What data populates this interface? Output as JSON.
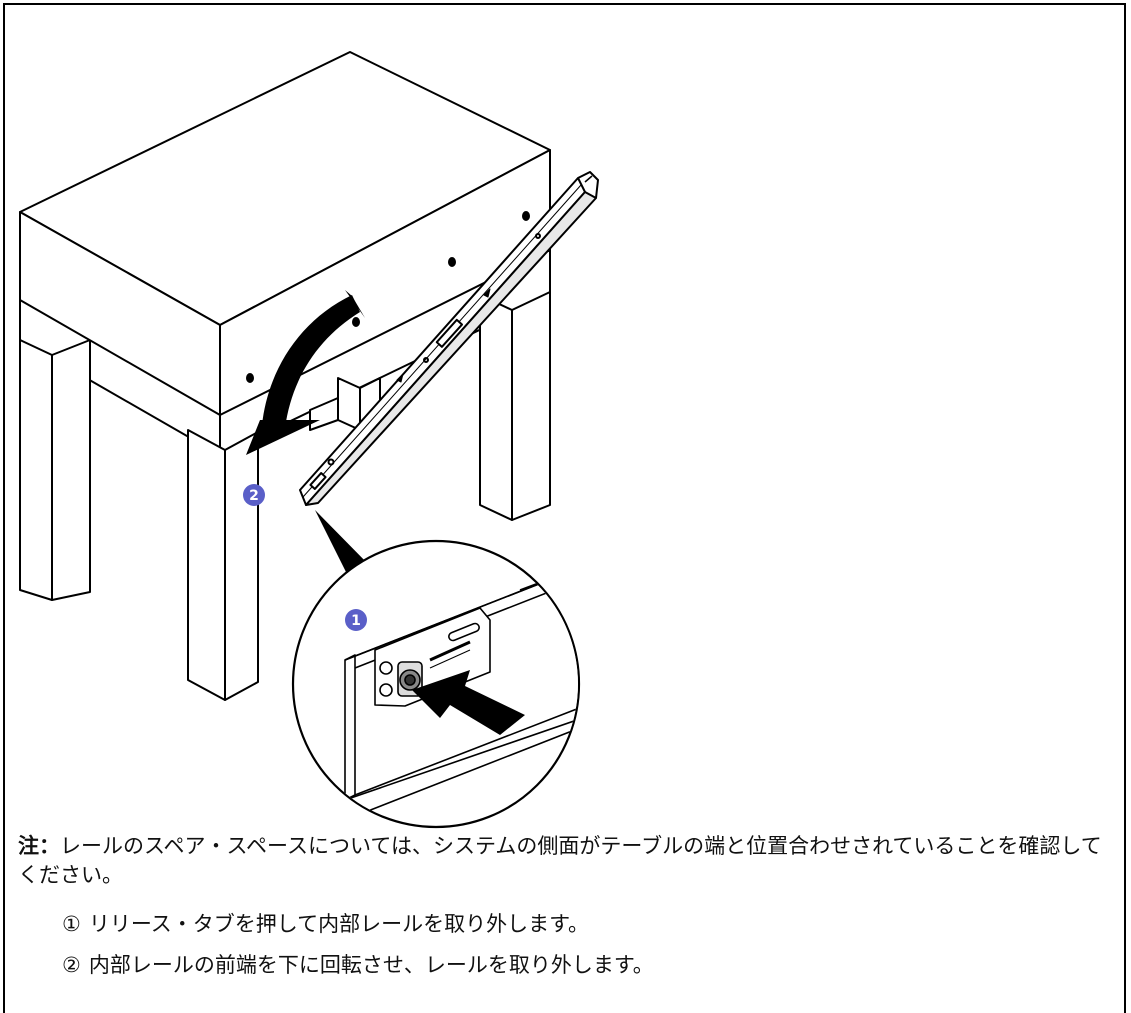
{
  "callouts": {
    "badge_1": "1",
    "badge_2": "2",
    "badge_color": "#5a5fc8"
  },
  "note": {
    "label": "注：",
    "text": "レールのスペア・スペースについては、システムの側面がテーブルの端と位置合わせされていることを確認してください。"
  },
  "steps": [
    {
      "marker": "①",
      "text": "リリース・タブを押して内部レールを取り外します。"
    },
    {
      "marker": "②",
      "text": "内部レールの前端を下に回転させ、レールを取り外します。"
    }
  ]
}
